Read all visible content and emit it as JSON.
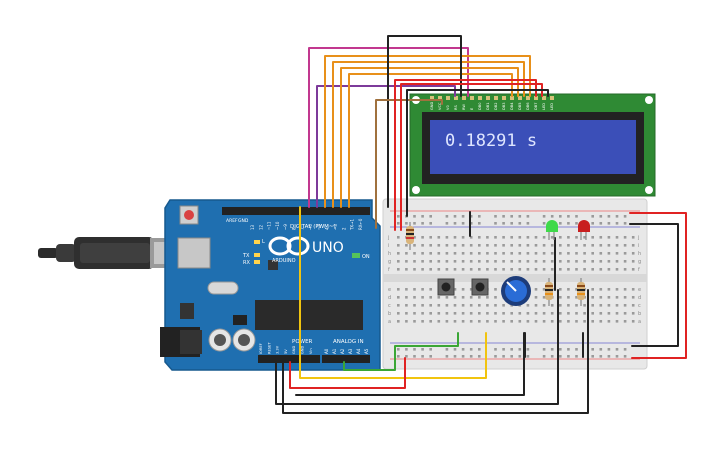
{
  "canvas": {
    "background": "#ffffff"
  },
  "arduino": {
    "brand_label": "UNO",
    "arduino_label": "ARDUINO",
    "digital_label": "DIGITAL (PWM~)",
    "power_label": "POWER",
    "analog_label": "ANALOG IN",
    "on_label": "ON",
    "l_label": "L",
    "tx_label": "TX",
    "rx_label": "RX",
    "aref_label": "AREF",
    "gnd_label": "GND",
    "digital_pins": [
      "13",
      "12",
      "~11",
      "~10",
      "~9",
      "8",
      "7",
      "~6",
      "~5",
      "4",
      "~3",
      "2",
      "TX→1",
      "RX←0"
    ],
    "analog_pins": [
      "A0",
      "A1",
      "A2",
      "A3",
      "A4",
      "A5"
    ],
    "power_pins": [
      "IOREF",
      "RESET",
      "3.3V",
      "5V",
      "GND",
      "GND",
      "Vin"
    ],
    "board_color": "#1f6fb0"
  },
  "lcd": {
    "display_text": "0.18291 s",
    "pin_labels": [
      "GND",
      "VCC",
      "V0",
      "RS",
      "RW",
      "E",
      "DB0",
      "DB1",
      "DB2",
      "DB3",
      "DB4",
      "DB5",
      "DB6",
      "DB7",
      "LED",
      "LED"
    ],
    "board_color": "#2f8a34",
    "screen_color": "#3b4fb8"
  },
  "breadboard": {
    "row_letters_top": [
      "j",
      "i",
      "h",
      "g",
      "f"
    ],
    "row_letters_bottom": [
      "e",
      "d",
      "c",
      "b",
      "a"
    ]
  },
  "components": {
    "led_green_color": "#3fd94a",
    "led_red_color": "#c81e1e",
    "potentiometer_color": "#2a6cd6"
  },
  "wire_colors": {
    "orange": "#e8901a",
    "magenta": "#c2388f",
    "purple": "#7d3a9a",
    "black": "#222222",
    "red": "#e02323",
    "yellow": "#f1c40f",
    "green": "#3aa635",
    "brown": "#a0713e"
  }
}
